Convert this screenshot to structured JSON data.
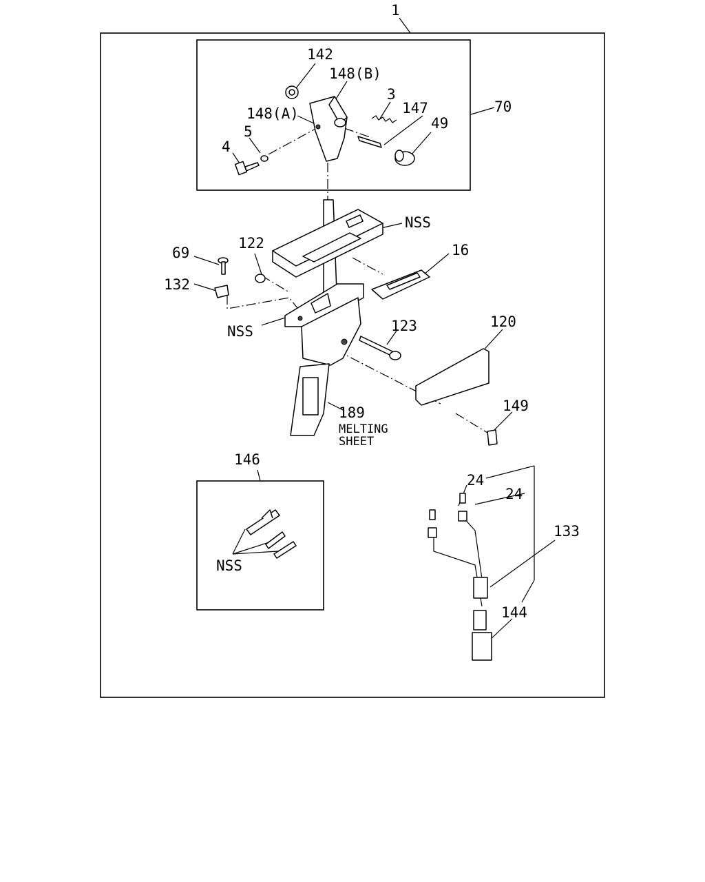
{
  "callouts": {
    "c1": "1",
    "c142": "142",
    "c148b": "148(B)",
    "c148a": "148(A)",
    "c3": "3",
    "c147": "147",
    "c70": "70",
    "c5": "5",
    "c49": "49",
    "c4": "4",
    "nss_top": "NSS",
    "c122": "122",
    "c69": "69",
    "c16": "16",
    "c132": "132",
    "c123": "123",
    "c120": "120",
    "nss_mid": "NSS",
    "c149": "149",
    "c189": "189",
    "melting_1": "MELTING",
    "melting_2": "SHEET",
    "c146": "146",
    "c24a": "24",
    "c24b": "24",
    "c133": "133",
    "nss_kit": "NSS",
    "c144": "144"
  }
}
